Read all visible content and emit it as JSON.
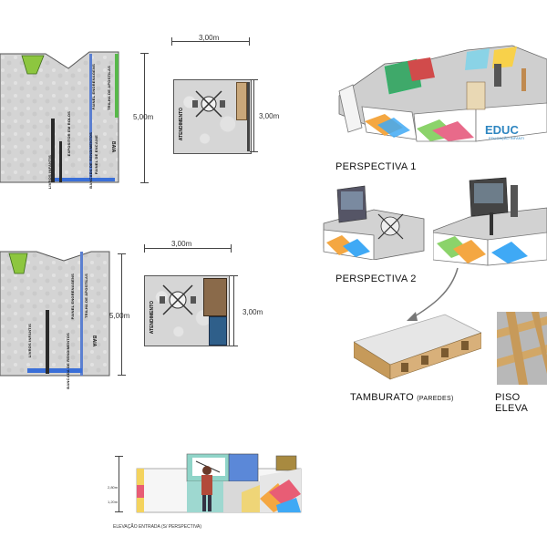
{
  "plan1": {
    "height_dim": "5,00m",
    "labels": {
      "painel": "PAINEL ENGRENAGENS",
      "trilha": "TRILHA DE APOSTILAS",
      "expositor": "EXPOSITOR EM ROLOS",
      "bancada": "BANCADA DE RENDIMENTOS",
      "painel_encaixe": "PAINEL DE ENCAIXE",
      "baia": "BAIA",
      "livros": "LIVROS INFANTIS"
    }
  },
  "plan2": {
    "width_dim": "3,00m",
    "height_dim": "3,00m",
    "label": "ATENDIMENTO"
  },
  "plan3": {
    "height_dim": "5,00m",
    "labels": {
      "trilha": "TRILHA DE APOSTILAS",
      "painel": "PAINEL ENGRENAGENS",
      "bancada": "BANCADA DE RENDIMENTOS",
      "baia": "BAIA",
      "livros": "LIVROS INFANTIS"
    }
  },
  "plan4": {
    "width_dim": "3,00m",
    "height_dim": "3,00m",
    "label": "ATENDIMENTO"
  },
  "perspectives": {
    "p1_caption": "PERSPECTIVA 1",
    "p2_caption": "PERSPECTIVA 2",
    "brand": "EDUC",
    "brand_sub": "EDUCAÇÃO INFANTI"
  },
  "materials": {
    "tamburato_label": "TAMBURATO",
    "tamburato_sub": "(PAREDES)",
    "piso_label": "PISO ELEVA"
  },
  "elevation": {
    "caption": "ELEVAÇÃO ENTRADA (S/ PERSPECTIVA)",
    "dim_top": "2,80m",
    "dim_mid": "1,20m"
  },
  "colors": {
    "accent_green": "#58b84a",
    "accent_blue": "#3a6fd8",
    "accent_red": "#e04a4a",
    "brand_blue": "#2e86c1"
  }
}
